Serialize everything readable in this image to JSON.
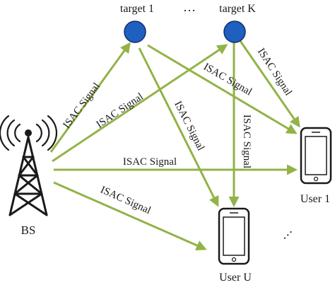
{
  "colors": {
    "arrow": "#92b347",
    "target": "#1f5fbf",
    "target_stroke": "#0f2f66",
    "tower": "#1a1a1a",
    "phone_outline": "#1a1a1a"
  },
  "nodes": {
    "bs_label": "BS",
    "target_1_label": "target 1",
    "target_k_label": "target K",
    "targets_ellipsis": "…",
    "user_1_label": "User 1",
    "user_u_label": "User U",
    "users_ellipsis": "…"
  },
  "signals": {
    "bs_to_target1": "ISAC Signal",
    "bs_to_targetk": "ISAC Signal",
    "bs_to_user1": "ISAC Signal",
    "bs_to_useru": "ISAC Signal",
    "target1_to_user1": "ISAC Signal",
    "target1_to_useru": "ISAC Signal",
    "targetk_to_user1": "ISAC Signal",
    "targetk_to_useru": "ISAC Signal"
  },
  "icons": {
    "base_station": "cell-tower-icon",
    "target": "circle-target-icon",
    "user": "smartphone-icon"
  }
}
